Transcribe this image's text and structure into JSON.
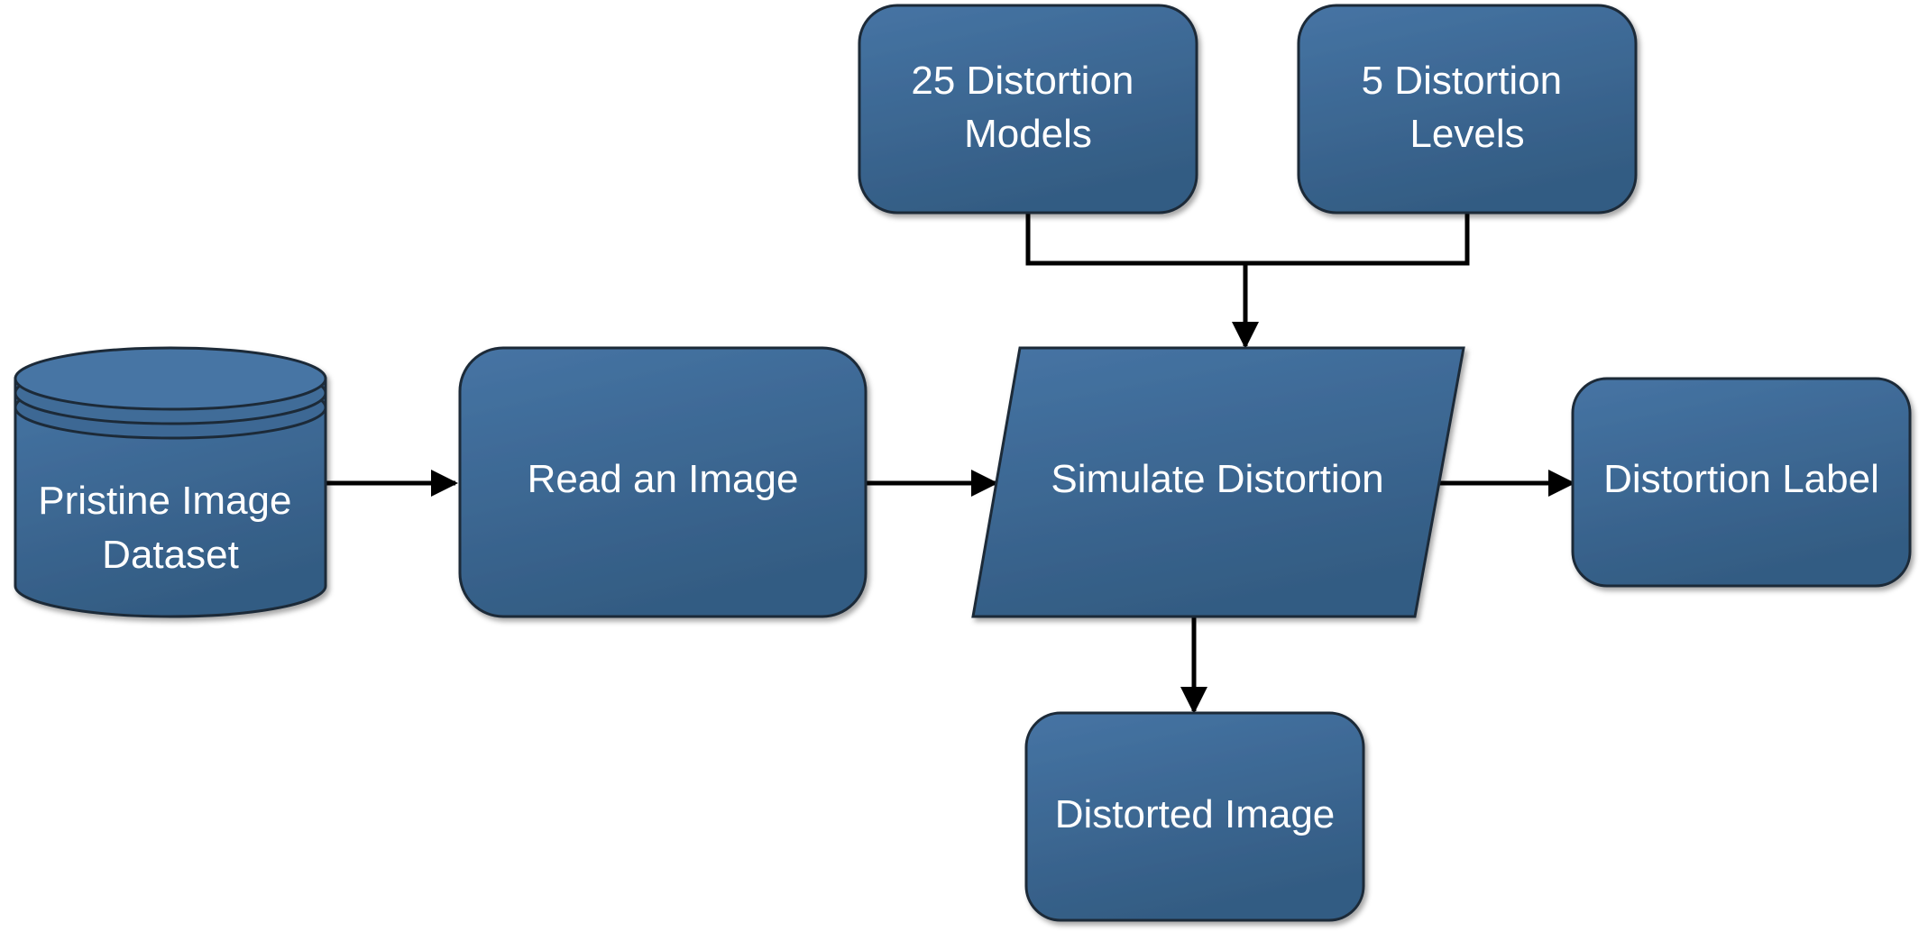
{
  "nodes": {
    "pristine_dataset": {
      "lines": [
        "Pristine Image",
        "Dataset"
      ],
      "shape": "cylinder"
    },
    "read_image": {
      "lines": [
        "Read an Image"
      ],
      "shape": "rounded-rect"
    },
    "distortion_models": {
      "lines": [
        "25 Distortion",
        "Models"
      ],
      "shape": "rounded-rect"
    },
    "distortion_levels": {
      "lines": [
        "5 Distortion",
        "Levels"
      ],
      "shape": "rounded-rect"
    },
    "simulate_distortion": {
      "lines": [
        "Simulate Distortion"
      ],
      "shape": "parallelogram"
    },
    "distortion_label": {
      "lines": [
        "Distortion Label"
      ],
      "shape": "rounded-rect"
    },
    "distorted_image": {
      "lines": [
        "Distorted Image"
      ],
      "shape": "rounded-rect"
    }
  },
  "edges": [
    {
      "from": "pristine_dataset",
      "to": "read_image"
    },
    {
      "from": "read_image",
      "to": "simulate_distortion"
    },
    {
      "from": "distortion_models",
      "to": "simulate_distortion"
    },
    {
      "from": "distortion_levels",
      "to": "simulate_distortion"
    },
    {
      "from": "simulate_distortion",
      "to": "distortion_label"
    },
    {
      "from": "simulate_distortion",
      "to": "distorted_image"
    }
  ],
  "colors": {
    "fill_top": "#4674a4",
    "fill_bottom": "#335c83",
    "stroke": "#1f2b38",
    "text": "#ffffff",
    "connector": "#000000"
  }
}
